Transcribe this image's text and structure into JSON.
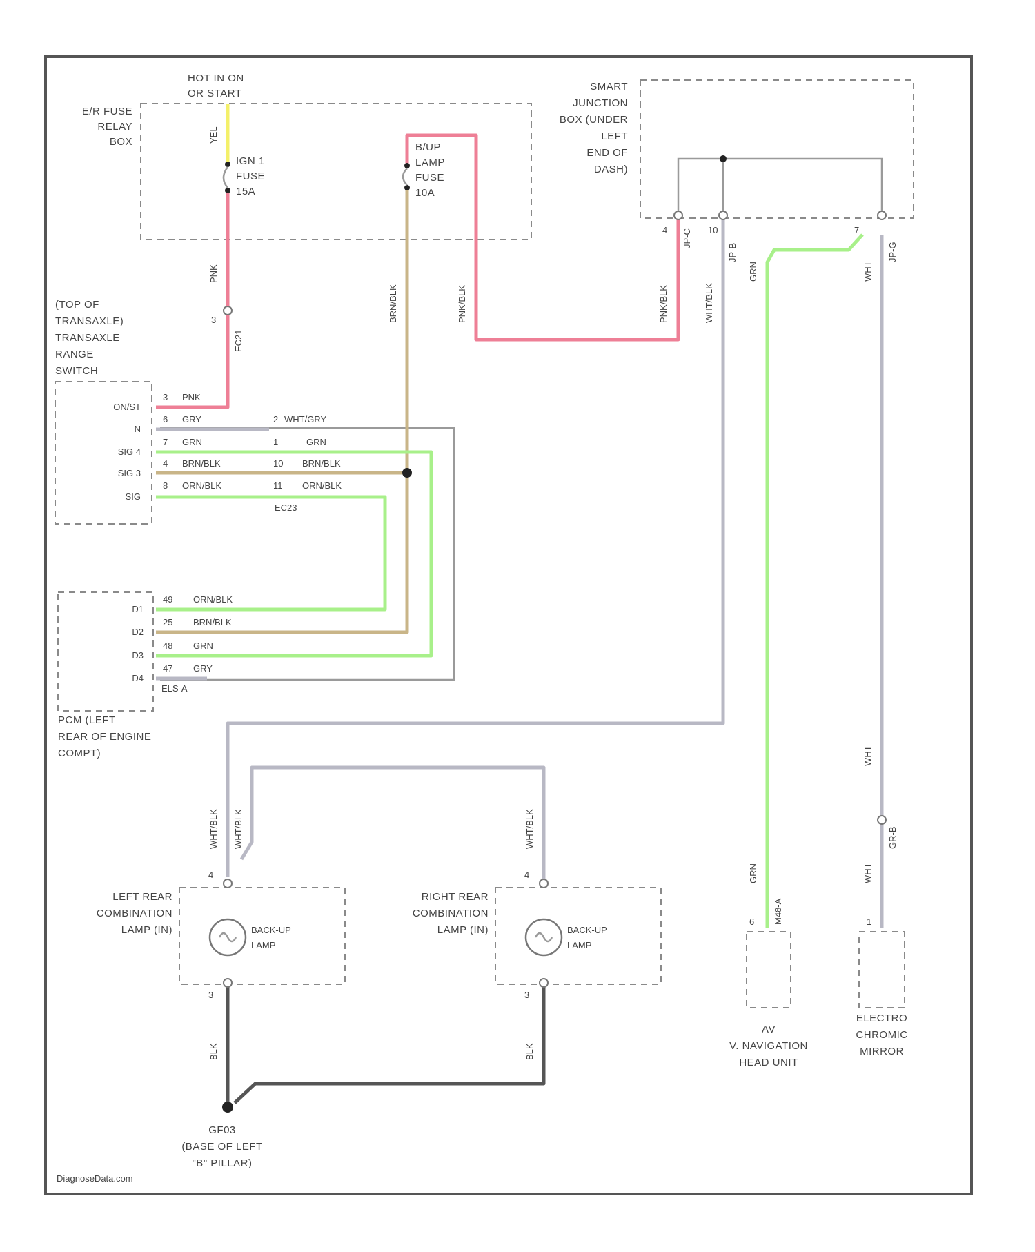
{
  "power": {
    "hot_line1": "HOT IN ON",
    "hot_line2": "OR START"
  },
  "fuse_box": {
    "l1": "E/R FUSE",
    "l2": "RELAY",
    "l3": "BOX"
  },
  "fuses": [
    {
      "l1": "IGN 1",
      "l2": "FUSE",
      "l3": "15A"
    },
    {
      "l1": "B/UP",
      "l2": "LAMP",
      "l3": "FUSE",
      "l4": "10A"
    }
  ],
  "smart_junction": {
    "l1": "SMART",
    "l2": "JUNCTION",
    "l3": "BOX (UNDER",
    "l4": "LEFT",
    "l5": "END OF",
    "l6": "DASH)"
  },
  "tr_switch": {
    "l1": "(TOP OF",
    "l2": "TRANSAXLE)",
    "l3": "TRANSAXLE",
    "l4": "RANGE",
    "l5": "SWITCH"
  },
  "tr_pins": [
    "ON/ST",
    "N",
    "SIG 4",
    "SIG 3",
    "SIG"
  ],
  "tr_wires": [
    {
      "pin": "3",
      "color": "PNK"
    },
    {
      "pin": "6",
      "color": "GRY"
    },
    {
      "pin": "7",
      "color": "GRN"
    },
    {
      "pin": "4",
      "color": "BRN/BLK"
    },
    {
      "pin": "8",
      "color": "ORN/BLK"
    }
  ],
  "mid_connector": {
    "name": "EC23",
    "p1": "2",
    "w1": "WHT/GRY",
    "p2": "1",
    "p3": "10",
    "p4": "11"
  },
  "pcm": {
    "l1": "PCM (LEFT",
    "l2": "REAR OF ENGINE",
    "l3": "COMPT)",
    "connector": "ELS-A"
  },
  "pcm_pins": [
    "D1",
    "D2",
    "D3",
    "D4"
  ],
  "pcm_wires": [
    {
      "pin": "49",
      "color": "ORN/BLK"
    },
    {
      "pin": "25",
      "color": "BRN/BLK"
    },
    {
      "pin": "48",
      "color": "GRN"
    },
    {
      "pin": "47",
      "color": "GRY"
    }
  ],
  "wire_labels": {
    "yel": "YEL",
    "pnk": "PNK",
    "pnk_blk": "PNK/BLK",
    "brn_blk": "BRN/BLK",
    "wht_blk": "WHT/BLK",
    "grn": "GRN",
    "wht": "WHT",
    "blk": "BLK",
    "c_pnk": "EC21",
    "p_pnk": "3"
  },
  "sjb_pins": [
    {
      "pin": "4",
      "conn": "JP-C"
    },
    {
      "pin": "10",
      "conn": "JP-B"
    },
    {
      "pin": "7",
      "conn": "JP-G"
    }
  ],
  "left_lamp": {
    "l1": "LEFT REAR",
    "l2": "COMBINATION",
    "l3": "LAMP (IN)",
    "bulb1": "BACK-UP",
    "bulb2": "LAMP",
    "pin_top": "4",
    "pin_bot": "3"
  },
  "right_lamp": {
    "l1": "RIGHT REAR",
    "l2": "COMBINATION",
    "l3": "LAMP (IN)",
    "bulb1": "BACK-UP",
    "bulb2": "LAMP",
    "pin_top": "4",
    "pin_bot": "3"
  },
  "nav": {
    "l1": "AV",
    "l2": "V. NAVIGATION",
    "l3": "HEAD UNIT",
    "pin": "6",
    "conn": "M48-A"
  },
  "mirror": {
    "l1": "ELECTRO",
    "l2": "CHROMIC",
    "l3": "MIRROR",
    "pin": "1",
    "conn": "GR-B"
  },
  "ground": {
    "l1": "GF03",
    "l2": "(BASE OF LEFT",
    "l3": "\"B\" PILLAR)"
  },
  "watermark": "DiagnoseData.com",
  "wire_colors": {
    "yellow": "#f4f06a",
    "pink": "#ee7f96",
    "tan": "#c9b588",
    "green": "#a8f08a",
    "gray": "#b8b8c4",
    "dark": "#555555"
  }
}
